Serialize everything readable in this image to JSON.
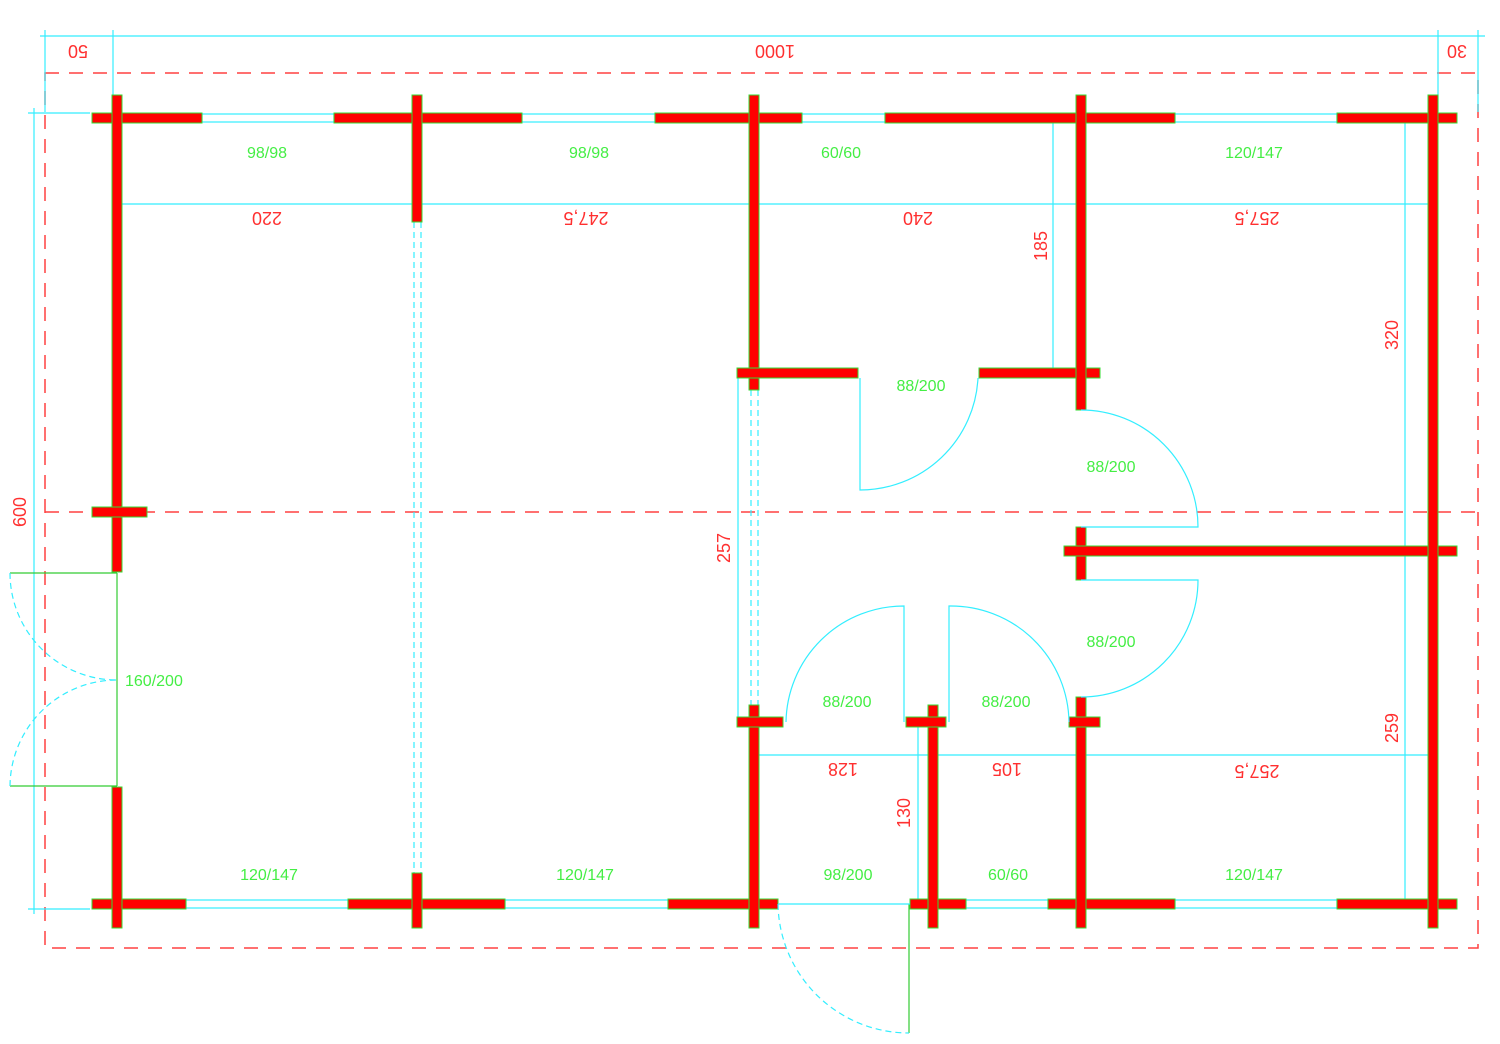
{
  "drawing": {
    "overall": {
      "left_margin": "50",
      "width": "1000",
      "right_margin": "30",
      "height": "600"
    },
    "room_widths_top": [
      "220",
      "247,5",
      "240",
      "257,5"
    ],
    "room_widths_bottom": [
      "128",
      "105",
      "257,5"
    ],
    "vertical_dims": {
      "d185": "185",
      "d320": "320",
      "d259": "259",
      "d257": "257",
      "d130": "130"
    },
    "openings": {
      "top_w1": "98/98",
      "top_w2": "98/98",
      "top_w3": "60/60",
      "top_w4": "120/147",
      "door_upper": "88/200",
      "door_right_upper": "88/200",
      "door_right_lower": "88/200",
      "door_lower_left": "88/200",
      "door_lower_mid": "88/200",
      "entrance": "160/200",
      "bot_w1": "120/147",
      "bot_w2": "120/147",
      "bot_door": "98/200",
      "bot_w3": "60/60",
      "bot_w4": "120/147"
    },
    "colors": {
      "wall": "#ff0000",
      "dimension": "#33eeff",
      "label": "#44ee44",
      "outline": "#ff4040"
    }
  }
}
